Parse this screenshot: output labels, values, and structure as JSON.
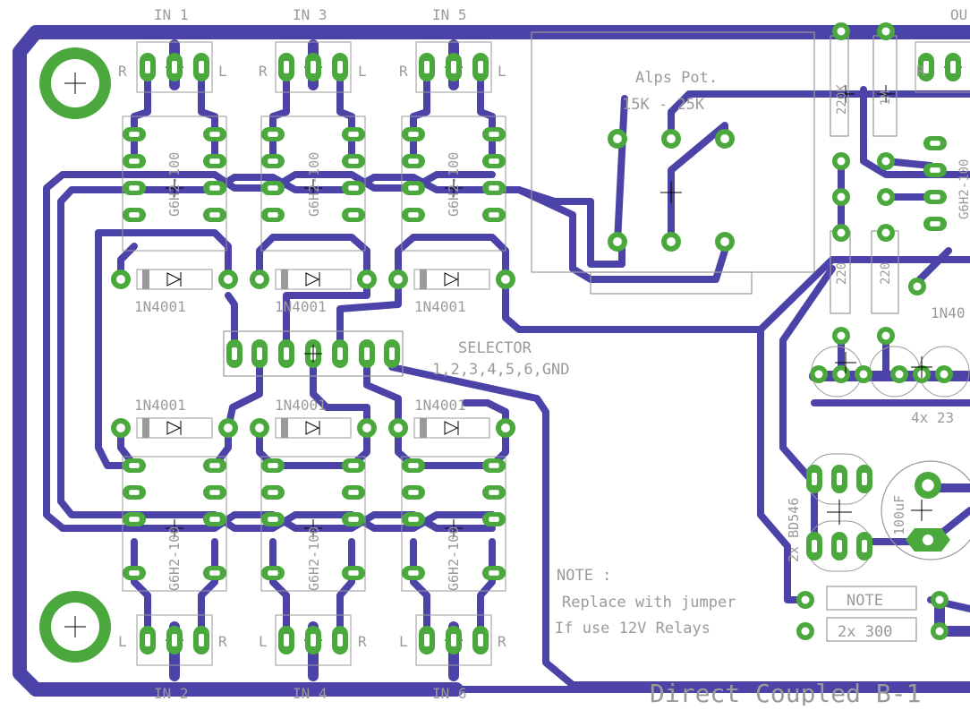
{
  "colors": {
    "background": "#ffffff",
    "trace": "#4b43a8",
    "pad": "#4aa83c",
    "silk": "#9a9a9a",
    "drill": "#ffffff",
    "cross": "#000000"
  },
  "board": {
    "inputs_top": [
      "IN 1",
      "IN 3",
      "IN 5"
    ],
    "inputs_bottom": [
      "IN 2",
      "IN 4",
      "IN 6"
    ],
    "output_label": "OU",
    "channel_left": "R",
    "channel_right": "L",
    "relay_label": "G6H2-100",
    "diode_label": "1N4001",
    "pot_name": "Alps Pot.",
    "pot_value": "15K - 25K",
    "selector_name": "SELECTOR",
    "selector_pins": "1,2,3,4,5,6,GND",
    "resistor_top_1": "220K",
    "resistor_top_2": "1M",
    "resistor_mid_1": "220",
    "resistor_mid_2": "220",
    "diode_partial": "1N40",
    "relay_partial": "G6H2-100",
    "transistor_label": "2x BD546",
    "capacitor_label": "100uF",
    "transistor_count_label": "4x 23",
    "note_label": "NOTE :",
    "note_line1": "Replace with jumper",
    "note_line2": "If use 12V Relays",
    "jumper_label": "NOTE",
    "resistor_pair_label": "2x 300",
    "title": "Direct Coupled B-1"
  }
}
